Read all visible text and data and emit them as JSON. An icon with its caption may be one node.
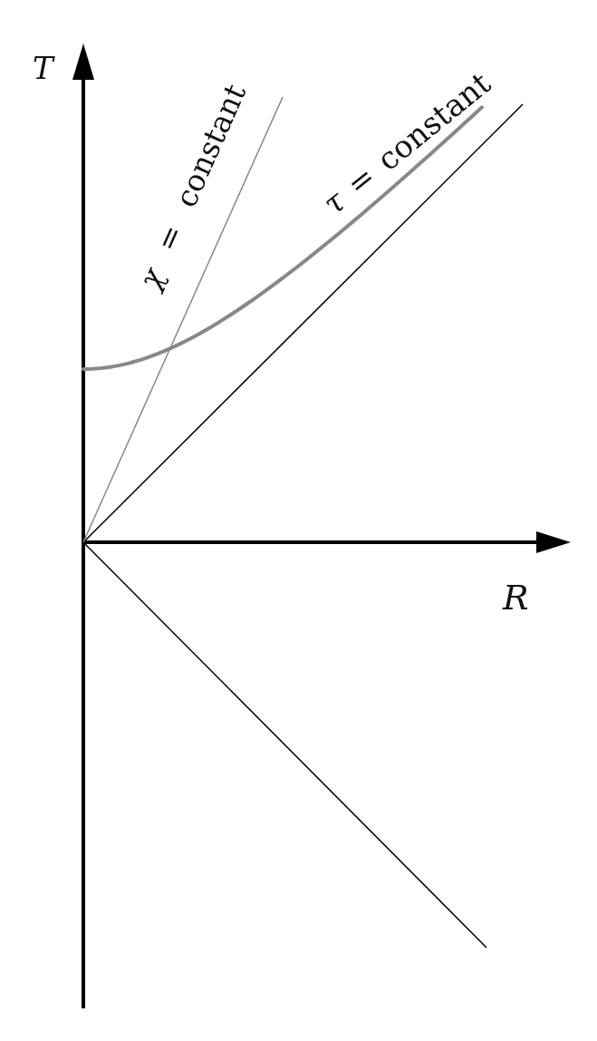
{
  "diagram": {
    "labels": [
      "T",
      "R",
      "*χ* = constant",
      "*τ* = constant"
    ]
  }
}
